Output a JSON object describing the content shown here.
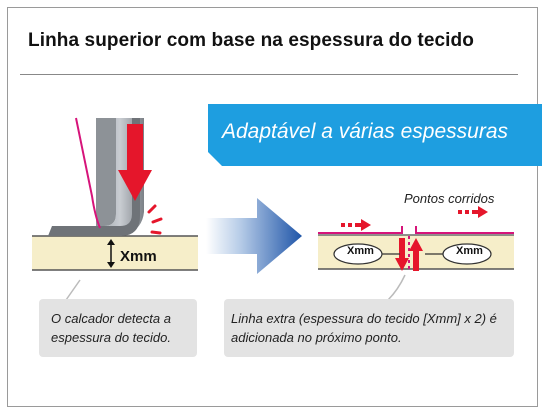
{
  "title": "Linha superior com base na espessura do tecido",
  "banner": "Adaptável a várias espessuras",
  "left_diagram": {
    "thickness_label": "Xmm"
  },
  "right_diagram": {
    "stitch_label": "Pontos corridos",
    "xmm_left": "Xmm",
    "xmm_right": "Xmm"
  },
  "captions": {
    "left": "O calcador detecta a espessura do tecido.",
    "right": "Linha extra (espessura do tecido [Xmm] x 2) é adicionada no próximo ponto."
  },
  "colors": {
    "banner_blue": "#1e9ee0",
    "arrow_red": "#e5162b",
    "thread_pink": "#d6147a",
    "fabric_beige": "#f6eec9",
    "presser_gray": "#6f7378",
    "big_arrow_blue": "#2a64b4"
  }
}
